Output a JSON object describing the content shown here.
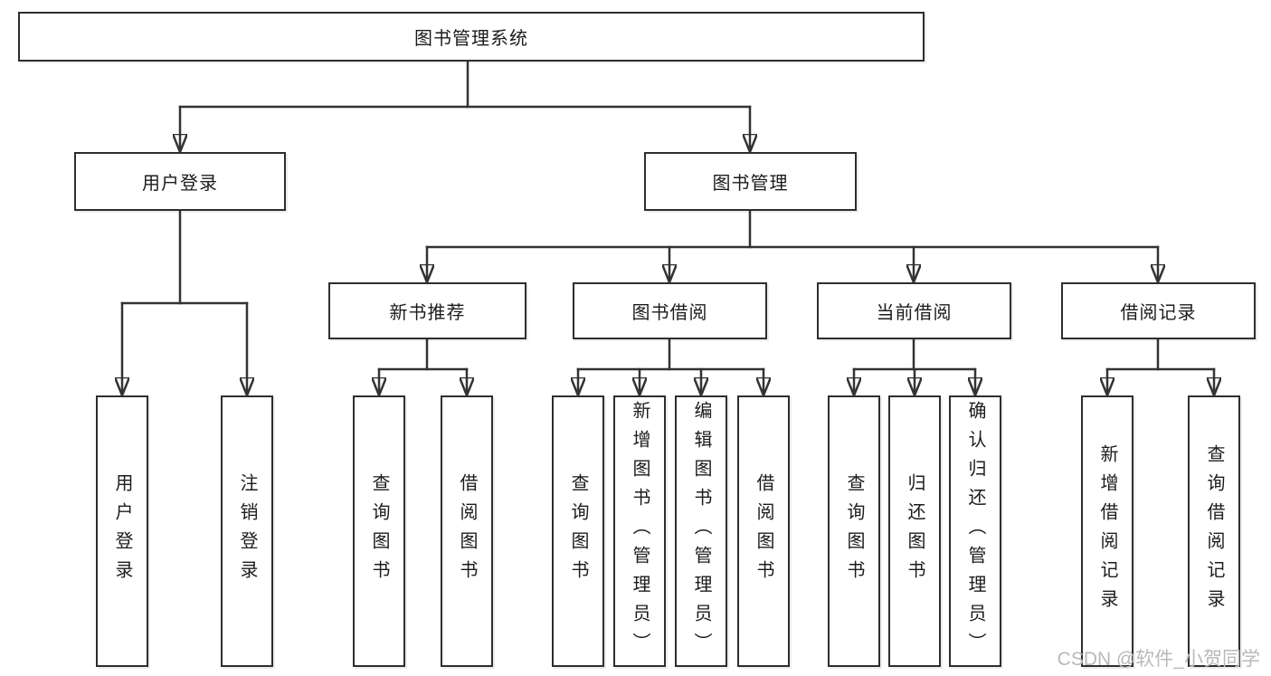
{
  "diagram": {
    "root": {
      "id": "library-management-system",
      "label": "图书管理系统"
    },
    "level2": [
      {
        "id": "user-login",
        "label": "用户登录",
        "parent": "library-management-system"
      },
      {
        "id": "book-management",
        "label": "图书管理",
        "parent": "library-management-system"
      }
    ],
    "level3": [
      {
        "id": "new-book-recommend",
        "label": "新书推荐",
        "parent": "book-management"
      },
      {
        "id": "book-borrow",
        "label": "图书借阅",
        "parent": "book-management"
      },
      {
        "id": "current-borrow",
        "label": "当前借阅",
        "parent": "book-management"
      },
      {
        "id": "borrow-record",
        "label": "借阅记录",
        "parent": "book-management"
      }
    ],
    "leaves": [
      {
        "label": "用户登录",
        "parent": "user-login"
      },
      {
        "label": "注销登录",
        "parent": "user-login"
      },
      {
        "label": "查询图书",
        "parent": "new-book-recommend"
      },
      {
        "label": "借阅图书",
        "parent": "new-book-recommend"
      },
      {
        "label": "查询图书",
        "parent": "book-borrow"
      },
      {
        "label": "新增图书（管理员）",
        "parent": "book-borrow"
      },
      {
        "label": "编辑图书（管理员）",
        "parent": "book-borrow"
      },
      {
        "label": "借阅图书",
        "parent": "book-borrow"
      },
      {
        "label": "查询图书",
        "parent": "current-borrow"
      },
      {
        "label": "归还图书",
        "parent": "current-borrow"
      },
      {
        "label": "确认归还（管理员）",
        "parent": "current-borrow"
      },
      {
        "label": "新增借阅记录",
        "parent": "borrow-record"
      },
      {
        "label": "查询借阅记录",
        "parent": "borrow-record"
      }
    ],
    "watermark": "CSDN @软件_小贺同学",
    "colors": {
      "line": "#333333",
      "box_border": "#2e2e2e",
      "text": "#1c1c1c",
      "watermark": "#b9b9b9",
      "background": "#ffffff"
    }
  }
}
